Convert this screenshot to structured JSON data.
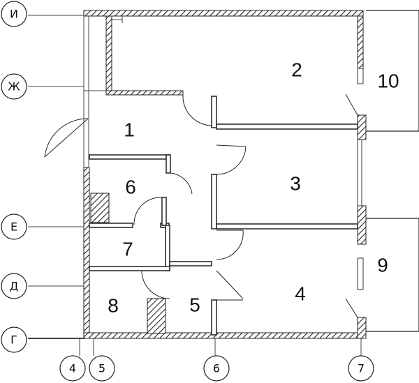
{
  "axes": {
    "rows": [
      "И",
      "Ж",
      "Е",
      "Д",
      "Г"
    ],
    "columns": [
      "4",
      "5",
      "6",
      "7"
    ]
  },
  "rooms": [
    "1",
    "2",
    "3",
    "4",
    "5",
    "6",
    "7",
    "8",
    "9",
    "10"
  ]
}
